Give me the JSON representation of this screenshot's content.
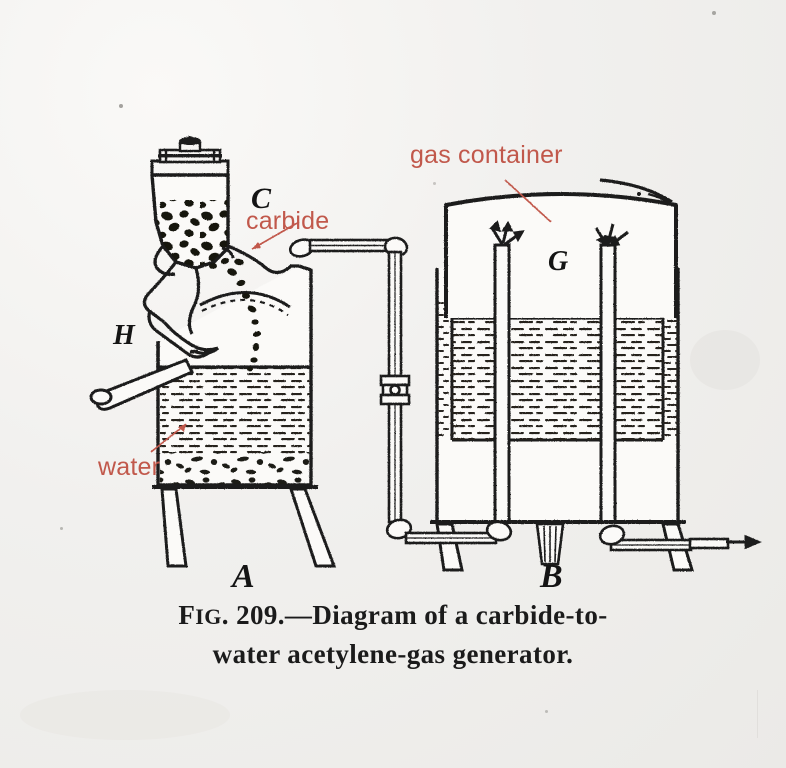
{
  "figure": {
    "caption_line1": "FIG. 209.—Diagram of a carbide-to-",
    "caption_line2": "water acetylene-gas generator.",
    "caption_smallcaps": "IG",
    "caption_lead": "F",
    "caption_rest": ". 209.—Diagram of a carbide-to-"
  },
  "labels": {
    "carbide_letter": "C",
    "carbide_text": "carbide",
    "hopper_lever": "H",
    "water_text": "water",
    "gas_container_text": "gas container",
    "gas_letter": "G",
    "generator_letter": "A",
    "holder_letter": "B"
  },
  "colors": {
    "ink": "#1b1b1b",
    "annotation_red": "#c1584b",
    "paper": "#f2f1ef",
    "paper_light": "#faf9f7"
  },
  "parts": {
    "vessel_a_name": "carbide-to-water generator",
    "vessel_b_name": "gas container",
    "hopper_name": "carbide hopper",
    "lid_name": "hopper lid clamp",
    "lever_name": "feed lever H",
    "pipe_name": "gas connecting pipe",
    "union_name": "pipe union coupling",
    "outlet_name": "gas outlet",
    "water_name": "water",
    "sludge_name": "lime sludge",
    "bell_name": "gasholder bell"
  },
  "diagram": {
    "type": "technical-illustration",
    "title": "Carbide-to-water acetylene-gas generator",
    "elements": [
      "carbide hopper with clamped lid",
      "carbide chunks falling into water",
      "feed lever H",
      "water-filled generator tank A",
      "gas pipe with union joint",
      "water-sealed gasholder B with floating bell",
      "gas space G",
      "gas outlet arrow"
    ]
  }
}
